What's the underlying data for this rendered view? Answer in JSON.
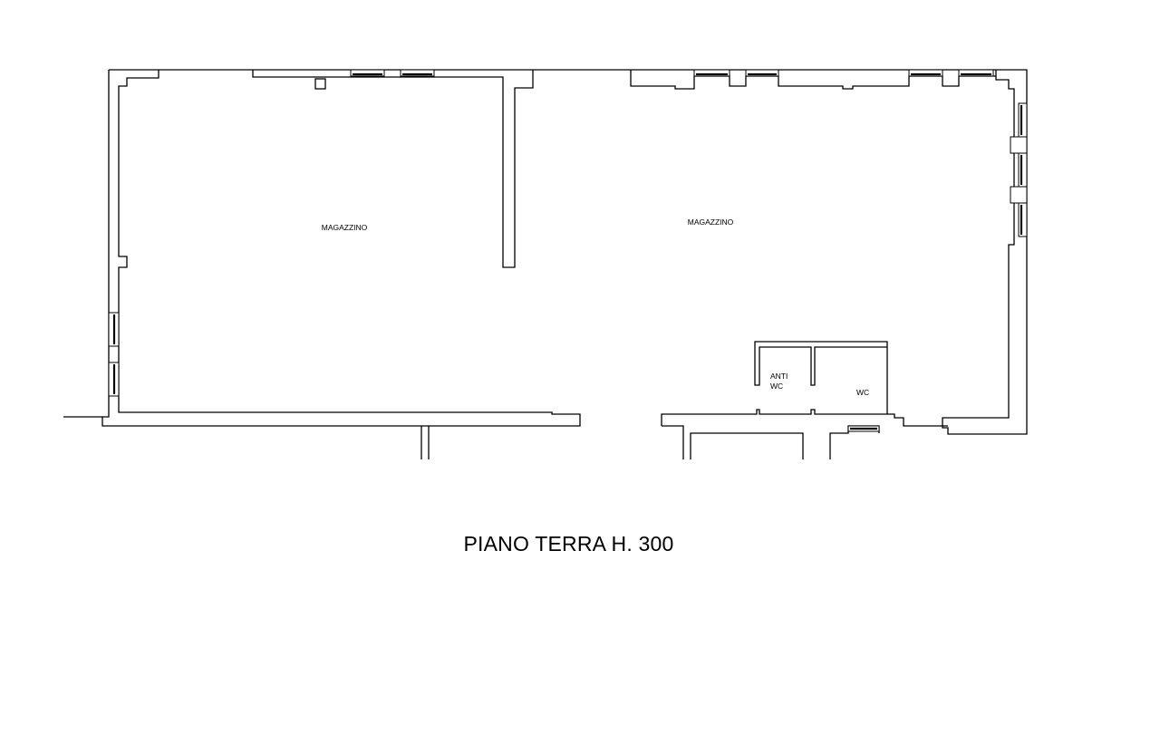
{
  "drawing": {
    "rooms": [
      {
        "id": "magazzino-left",
        "label": "MAGAZZINO"
      },
      {
        "id": "magazzino-right",
        "label": "MAGAZZINO"
      },
      {
        "id": "anti-wc",
        "label_line1": "ANTI",
        "label_line2": "WC"
      },
      {
        "id": "wc",
        "label": "WC"
      }
    ],
    "caption": "PIANO TERRA H. 300",
    "line_color": "#000000",
    "background": "#ffffff"
  }
}
